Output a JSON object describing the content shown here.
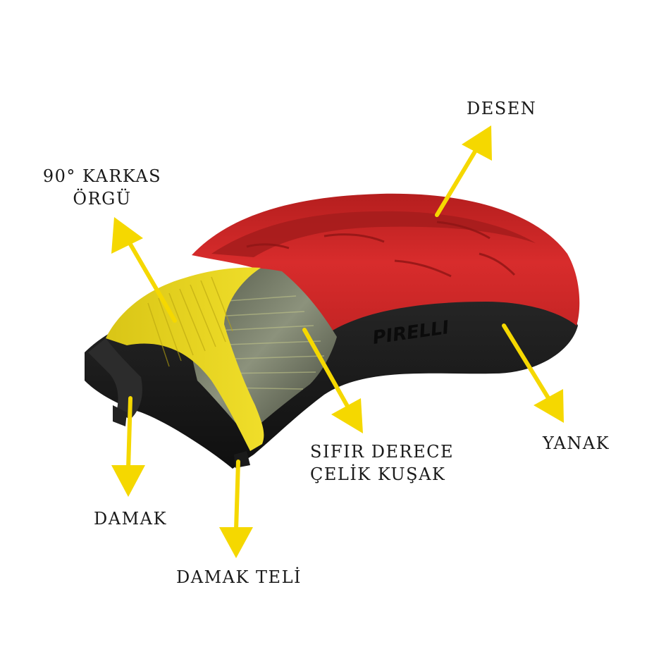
{
  "brand": {
    "logo_text": "PIRELLI"
  },
  "labels": {
    "desen": "DESEN",
    "karkas_line1": "90° KARKAS",
    "karkas_line2": "ÖRGÜ",
    "celik_line1": "SIFIR DERECE",
    "celik_line2": "ÇELİK KUŞAK",
    "yanak": "YANAK",
    "damak": "DAMAK",
    "damak_teli": "DAMAK TELİ"
  },
  "colors": {
    "tread": "#d42a2a",
    "tread_dark": "#a81d1d",
    "carcass_ply": "#e6d21a",
    "belt": "#6f7463",
    "sidewall": "#1c1c1c",
    "arrow": "#f5d800"
  }
}
